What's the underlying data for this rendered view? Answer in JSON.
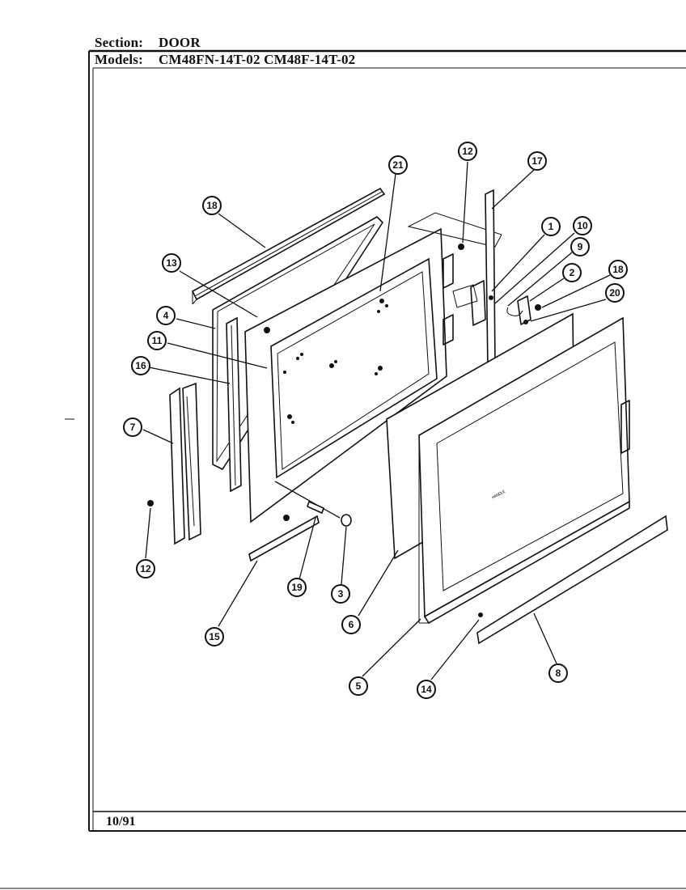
{
  "header": {
    "section_label": "Section:",
    "section_value": "DOOR",
    "models_label": "Models:",
    "models_value": "CM48FN-14T-02  CM48F-14T-02"
  },
  "footer": {
    "date_code": "10/91"
  },
  "callouts": [
    "21",
    "12",
    "17",
    "18",
    "13",
    "1",
    "10",
    "9",
    "2",
    "18",
    "20",
    "4",
    "11",
    "16",
    "7",
    "12",
    "19",
    "3",
    "15",
    "6",
    "5",
    "14",
    "8"
  ]
}
